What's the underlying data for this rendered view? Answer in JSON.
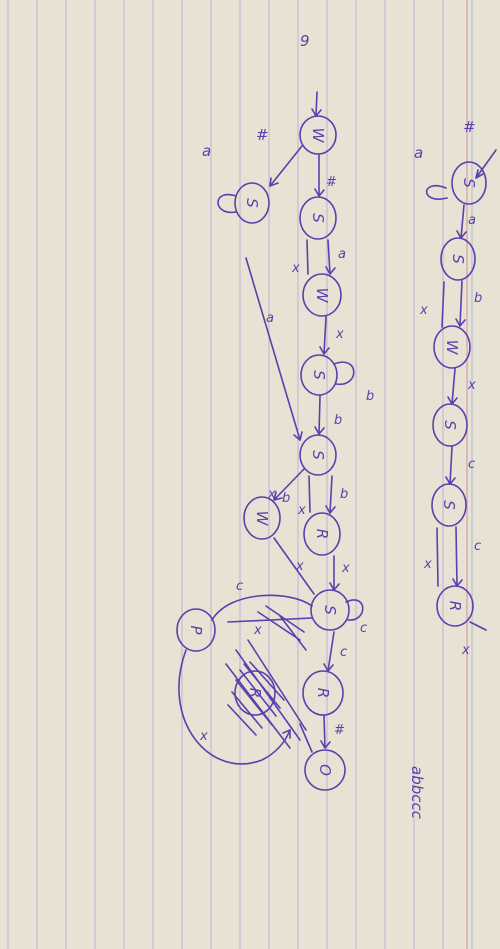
{
  "paper": {
    "background": "#e7e2d3",
    "rule_color": "#a9b7d6",
    "margin_color": "#c9a2ad",
    "ink_color": "#5b3fae"
  },
  "diagram_upper": {
    "section_number": "",
    "states": [
      "S",
      "S",
      "W",
      "S",
      "S",
      "R"
    ],
    "edge_labels": [
      "#",
      "a",
      "a",
      "b",
      "x",
      "x",
      "c",
      "c",
      "x",
      "x"
    ]
  },
  "diagram_lower": {
    "section_number": "9",
    "states": [
      "W",
      "S",
      "S",
      "W",
      "S",
      "S",
      "W",
      "R",
      "S",
      "P",
      "R",
      "R",
      "O"
    ],
    "edge_labels": [
      "#",
      "a",
      "#",
      "a",
      "x",
      "x",
      "a",
      "b",
      "b",
      "x",
      "b",
      "b",
      "x",
      "x",
      "x",
      "c",
      "c",
      "c",
      "x",
      "x",
      "#"
    ]
  },
  "note": "abbccc"
}
